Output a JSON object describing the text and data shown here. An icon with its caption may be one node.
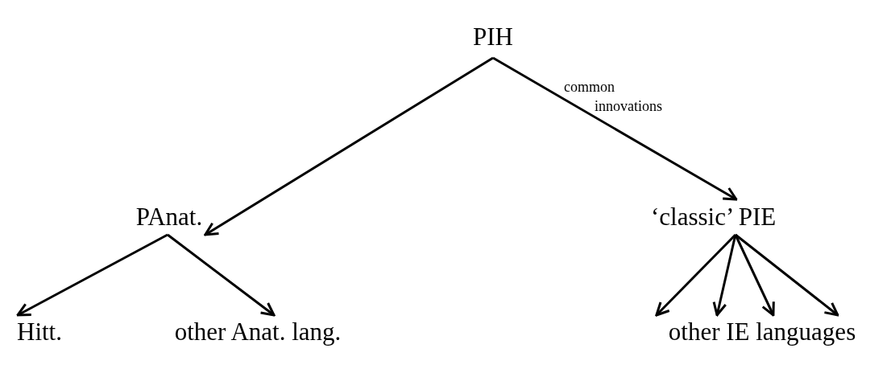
{
  "diagram": {
    "nodes": [
      {
        "text": [
          "PIH"
        ]
      },
      {
        "text": [
          "PAnat."
        ]
      },
      {
        "text": [
          "‘classic’ PIE"
        ]
      },
      {
        "text": [
          "Hitt."
        ]
      },
      {
        "text": [
          "other Anat. lang."
        ]
      },
      {
        "text": [
          "other IE languages"
        ]
      }
    ],
    "edges": [
      {
        "from": 0,
        "to": 1,
        "arrow": "to"
      },
      {
        "from": 0,
        "to": 2,
        "arrow": "to",
        "label": "common innovations"
      },
      {
        "from": 1,
        "to": 3,
        "arrow": "to"
      },
      {
        "from": 1,
        "to": 4,
        "arrow": "to"
      },
      {
        "from": 2,
        "to": 5,
        "arrow": "to"
      },
      {
        "from": 2,
        "to": 5,
        "arrow": "to"
      },
      {
        "from": 2,
        "to": 5,
        "arrow": "to"
      },
      {
        "from": 2,
        "to": 5,
        "arrow": "to"
      }
    ]
  }
}
